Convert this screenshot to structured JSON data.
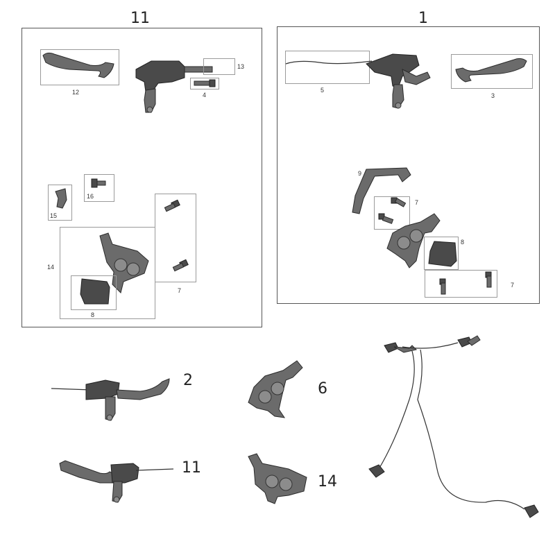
{
  "group_left": {
    "title": "11"
  },
  "group_right": {
    "title": "1"
  },
  "callouts": {
    "c12": "12",
    "c13": "13",
    "c4": "4",
    "c16": "16",
    "c15": "15",
    "c14": "14",
    "c8_left": "8",
    "c7_left": "7",
    "c5": "5",
    "c3": "3",
    "c9": "9",
    "c7_upper": "7",
    "c8_right": "8",
    "c7_lower": "7"
  },
  "assemblies": {
    "a2": "2",
    "a6": "6",
    "a11": "11",
    "a14": "14"
  },
  "colors": {
    "part_dark": "#4a4a4a",
    "part_mid": "#6b6b6b",
    "frame": "#555555"
  }
}
